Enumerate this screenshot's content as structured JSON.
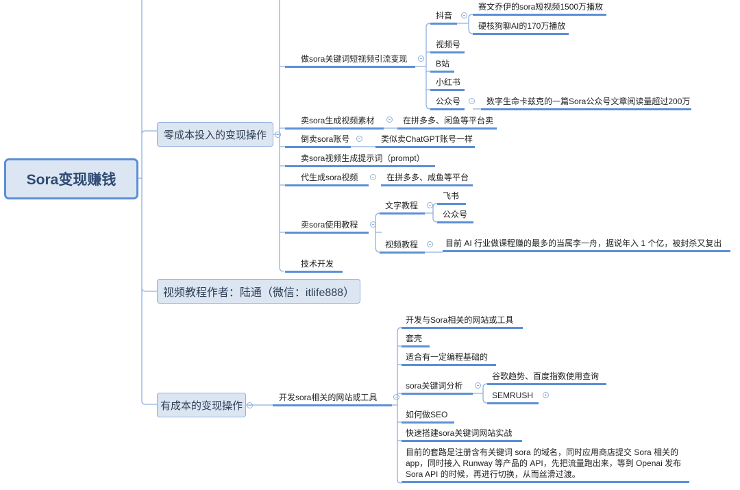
{
  "root": "Sora变现赚钱",
  "zero_cost": {
    "label": "零成本投入的变现操作",
    "short_video": {
      "label": "做sora关键词短视频引流变现",
      "douyin": {
        "label": "抖音",
        "children": [
          "赛文乔伊的sora短视频1500万播放",
          "硬核狗聊AI的170万播放"
        ]
      },
      "shipinhao": "视频号",
      "bilibili": "B站",
      "xiaohongshu": "小红书",
      "gzh": {
        "label": "公众号",
        "child": "数字生命卡兹克的一篇Sora公众号文章阅读量超过200万"
      }
    },
    "sell_material": {
      "label": "卖sora生成视频素材",
      "child": "在拼多多、闲鱼等平台卖"
    },
    "resell_account": {
      "label": "倒卖sora账号",
      "child": "类似卖ChatGPT账号一样"
    },
    "sell_prompt": "卖sora视频生成提示词（prompt）",
    "generate_service": {
      "label": "代生成sora视频",
      "child": "在拼多多、咸鱼等平台"
    },
    "tutorial": {
      "label": "卖sora使用教程",
      "text": {
        "label": "文字教程",
        "children": [
          "飞书",
          "公众号"
        ]
      },
      "video": {
        "label": "视频教程",
        "child": "目前 AI 行业做课程赚的最多的当属李一舟，据说年入 1 个亿，被封杀又复出"
      }
    },
    "tech": "技术开发"
  },
  "author": "视频教程作者：陆通（微信：itlife888）",
  "with_cost": {
    "label": "有成本的变现操作",
    "dev": {
      "label": "开发sora相关的网站或工具",
      "items": [
        "开发与Sora相关的网站或工具",
        "套壳",
        "适合有一定编程基础的"
      ],
      "keyword": {
        "label": "sora关键词分析",
        "children": [
          "谷歌趋势、百度指数使用查询",
          "SEMRUSH"
        ]
      },
      "seo": "如何做SEO",
      "quick": "快速搭建sora关键词网站实战",
      "note": "目前的套路是注册含有关键词 sora 的域名，同时应用商店提交 Sora 相关的 app，同时接入 Runway 等产品的 API，先把流量跑出来，等到 Openai 发布 Sora API 的时候，再进行切换，从而丝滑过渡。"
    }
  },
  "colors": {
    "line": "#5b8fd6",
    "box": "#dce6f2"
  }
}
